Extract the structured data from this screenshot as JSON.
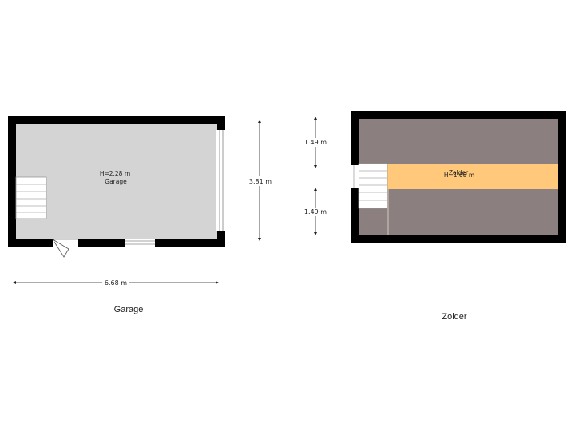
{
  "floors": [
    {
      "title": "Garage",
      "room_name": "Garage",
      "room_height": "H=2.28 m",
      "width_dim": "6.68 m",
      "depth_dim": "3.81 m",
      "floor_color": "#d4d4d4"
    },
    {
      "title": "Zolder",
      "room_name": "Zolder",
      "room_height": "H=1.68 m",
      "upper_dim": "1.49 m",
      "lower_dim": "1.49 m",
      "floor_color": "#8b7f7f",
      "usable_strip_color": "#ffc87a"
    }
  ],
  "wall_color": "#000000"
}
